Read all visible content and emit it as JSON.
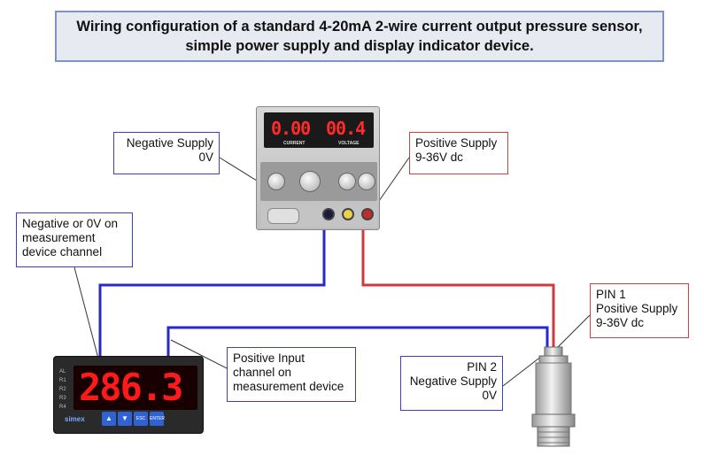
{
  "title": "Wiring configuration of a standard 4-20mA 2-wire current output pressure sensor, simple power supply and display indicator device.",
  "callouts": {
    "negative_supply": "Negative Supply\n0V",
    "positive_supply": "Positive Supply\n9-36V dc",
    "negative_measurement": "Negative or 0V on\nmeasurement\ndevice channel",
    "positive_input": "Positive Input\nchannel on\nmeasurement device",
    "pin1": "PIN 1\nPositive Supply\n9-36V dc",
    "pin2": "PIN 2\nNegative Supply\n0V"
  },
  "psu": {
    "current_reading": "0.00",
    "voltage_reading": "00.4",
    "current_label": "CURRENT",
    "voltage_label": "VOLTAGE"
  },
  "meter": {
    "reading": "286.3",
    "leds": "AL\nR1\nR2\nR3\nR4",
    "brand": "simex",
    "btn_esc": "ESC",
    "btn_enter": "ENTER"
  },
  "colors": {
    "negative_wire": "#2a28c8",
    "positive_wire": "#d03a3a",
    "title_border": "#7f93c8"
  }
}
